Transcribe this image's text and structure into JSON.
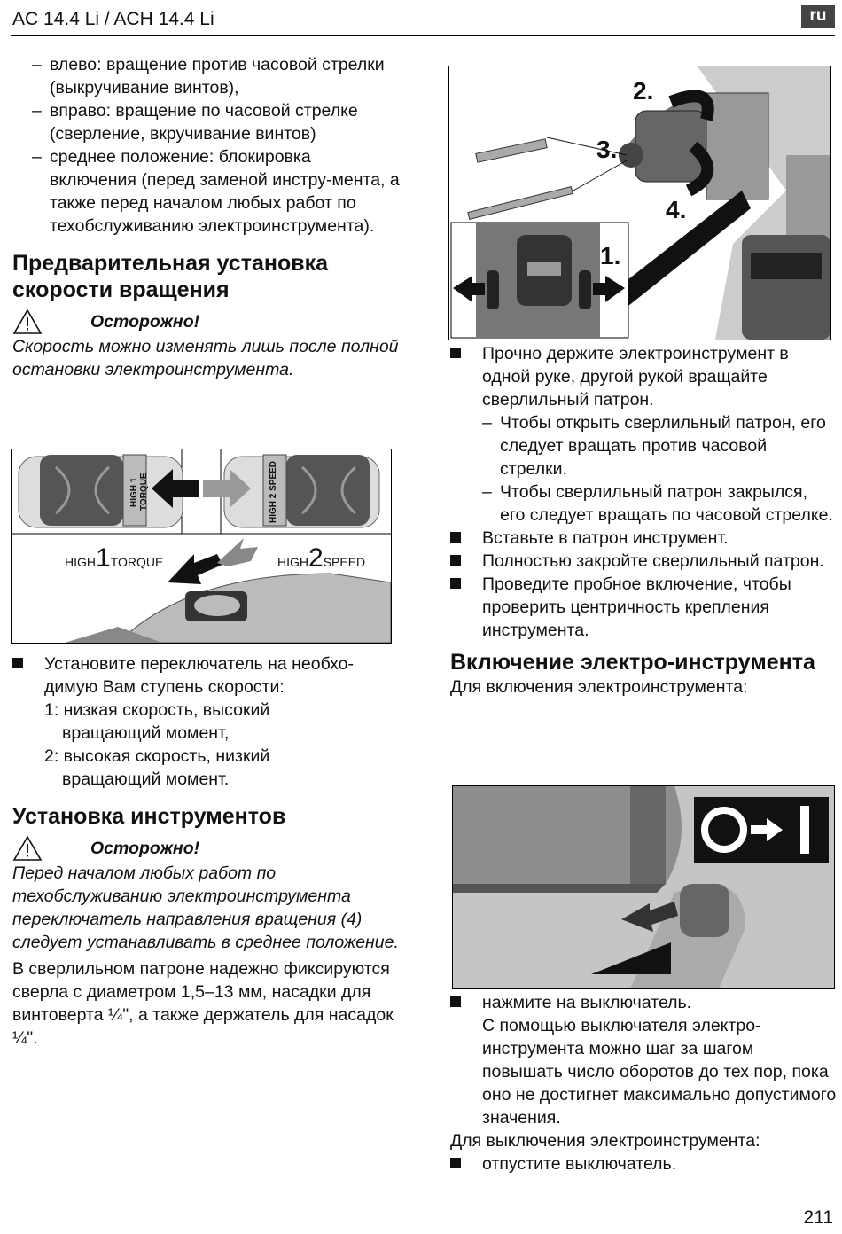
{
  "header": {
    "title": "AC 14.4 Li / ACH 14.4 Li",
    "lang": "ru",
    "page_number": "211"
  },
  "left": {
    "dash_items": [
      "влево: вращение против часовой стрелки (выкручивание винтов),",
      "вправо: вращение по часовой стрелке (сверление, вкручивание винтов)",
      "среднее положение: блокировка включения (перед заменой инстру-мента, а также перед началом любых работ по техобслуживанию электроинструмента)."
    ],
    "h_speed": "Предварительная установка скорости вращения",
    "warn_label": "Осторожно!",
    "speed_warning": "Скорость можно изменять лишь после полной остановки электроинструмента.",
    "fig1": {
      "label1_high": "HIGH",
      "label1_num": "1",
      "label1_mode": "TORQUE",
      "label2_high": "HIGH",
      "label2_num": "2",
      "label2_mode": "SPEED",
      "sw1_text": "HIGH 1 TORQUE",
      "sw2_text": "HIGH 2 SPEED"
    },
    "bullet_speed": "Установите переключатель на необхо-димую Вам ступень скорости:",
    "speed1": "1: низкая скорость, высокий",
    "speed1b": "вращающий момент,",
    "speed2": "2: высокая скорость, низкий",
    "speed2b": "вращающий момент.",
    "h_tools": "Установка инструментов",
    "tools_warning": "Перед началом любых работ по техобслуживанию электроинструмента переключатель направления вращения (4) следует устанавливать в среднее положение.",
    "tools_text": "В сверлильном патроне надежно фиксируются сверла с диаметром 1,5–13 мм, насадки для винтоверта ¼\", а также держатель для насадок ¼\"."
  },
  "right": {
    "fig2": {
      "n1": "1.",
      "n2": "2.",
      "n3": "3.",
      "n4": "4."
    },
    "b1": "Прочно держите электроинструмент в одной руке, другой рукой вращайте сверлильный патрон.",
    "d1": "Чтобы открыть сверлильный патрон, его следует вращать против часовой стрелки.",
    "d2": "Чтобы сверлильный патрон закрылся, его следует вращать по часовой стрелке.",
    "b2": "Вставьте в патрон инструмент.",
    "b3": "Полностью закройте сверлильный патрон.",
    "b4": "Проведите пробное включение, чтобы проверить центричность крепления инструмента.",
    "h_on": "Включение электро-инструмента",
    "on_intro": "Для включения электроинструмента:",
    "b5": "нажмите на выключатель.",
    "b5_text": "С помощью выключателя электро-инструмента можно шаг за шагом повышать число оборотов до тех пор, пока оно не достигнет максимально допустимого значения.",
    "off_intro": "Для выключения электроинструмента:",
    "b6": "отпустите выключатель."
  },
  "colors": {
    "ink": "#111111",
    "gray_dark": "#555555",
    "gray_mid": "#8a8a8a",
    "gray_light": "#c8c8c8"
  }
}
